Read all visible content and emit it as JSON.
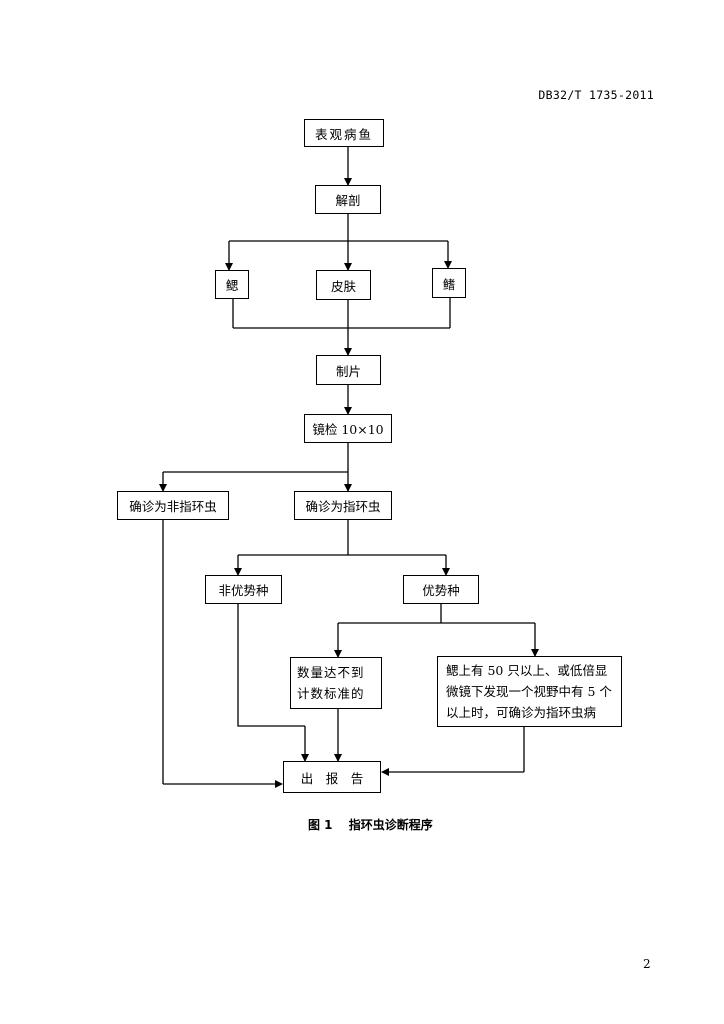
{
  "header": {
    "standard_code": "DB32/T 1735-2011"
  },
  "flowchart": {
    "step_surface_fish": "表观病鱼",
    "step_dissect": "解剖",
    "organ_gill": "鳃",
    "organ_skin": "皮肤",
    "organ_fin": "鳍",
    "step_slide": "制片",
    "step_microscope": "镜检 10×10",
    "result_not_gyrodactylus": "确诊为非指环虫",
    "result_gyrodactylus": "确诊为指环虫",
    "non_dominant": "非优势种",
    "dominant": "优势种",
    "below_threshold": "数量达不到计数标准的",
    "diagnosis_criteria": "鳃上有 50 只以上、或低倍显微镜下发现一个视野中有 5 个以上时，可确诊为指环虫病",
    "report": "出　报　告"
  },
  "caption": "图 1　 指环虫诊断程序",
  "page_number": "2"
}
